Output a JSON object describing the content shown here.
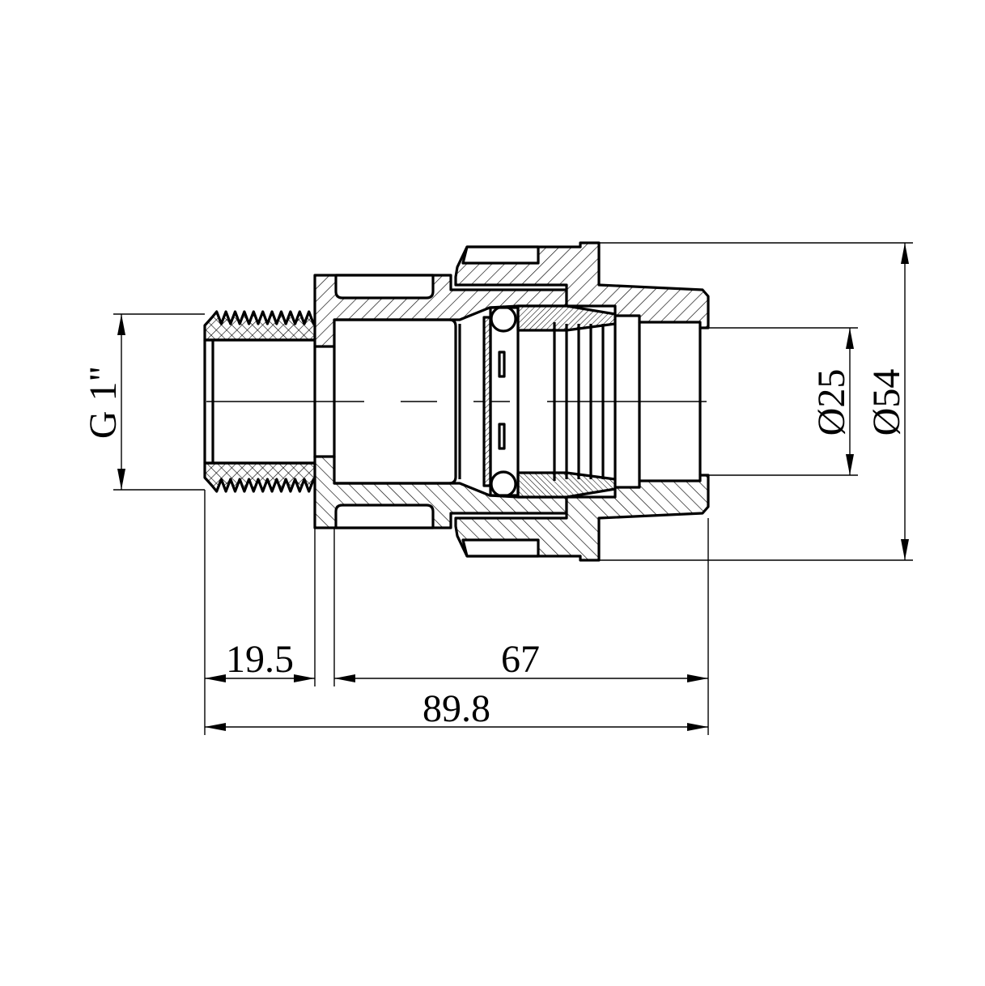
{
  "drawing": {
    "title": "Compression fitting with male thread - section view",
    "line_color": "#000000",
    "background": "#ffffff"
  },
  "dimensions": {
    "thread": "G 1\"",
    "inner_diameter": "Ø25",
    "outer_diameter": "Ø54",
    "thread_length": "19.5",
    "body_length": "67",
    "total_length": "89.8"
  }
}
